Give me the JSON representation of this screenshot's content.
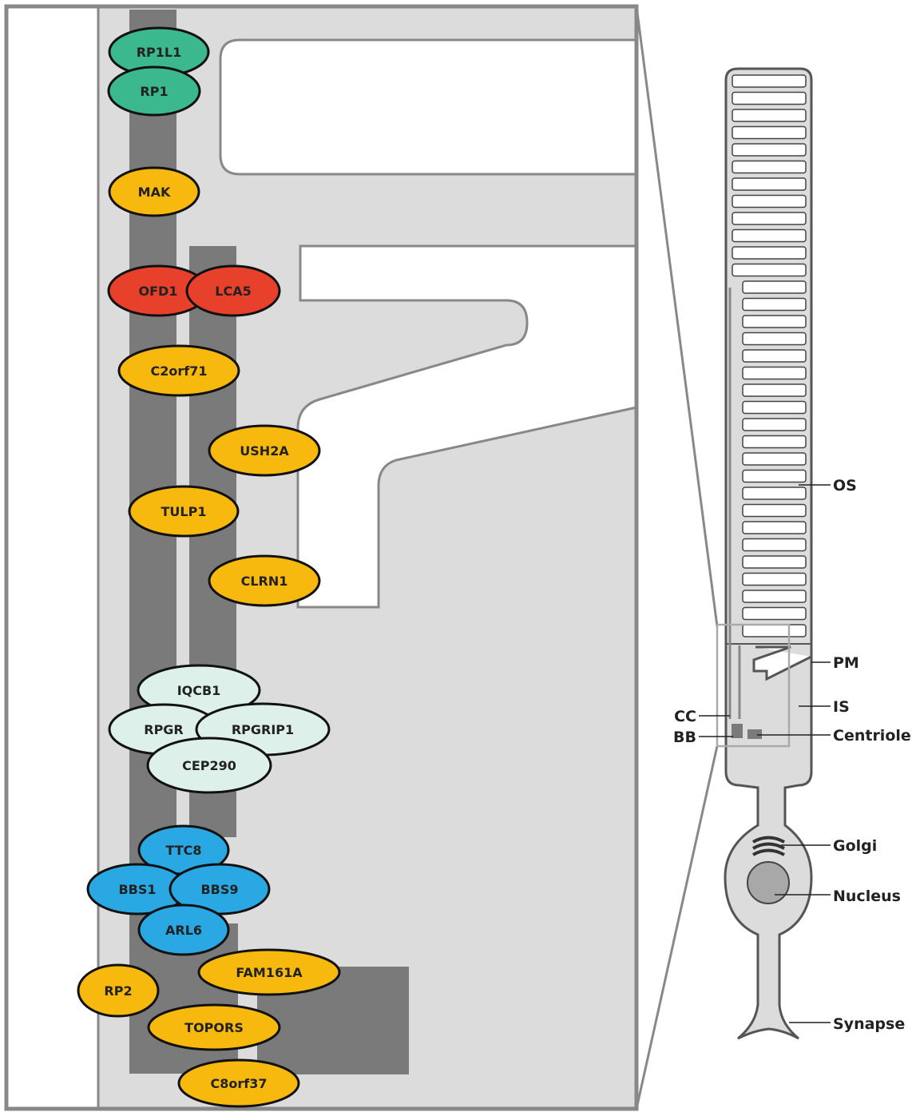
{
  "colors": {
    "green": "#3cb88f",
    "yellow": "#f8b90f",
    "red": "#e7402b",
    "pale": "#ddf0ea",
    "blue": "#29a8e3",
    "cell_fill": "#dcdcdc",
    "axoneme": "#7a7a7a",
    "outline": "#888888"
  },
  "proteins": [
    {
      "id": "RP1L1",
      "label": "RP1L1",
      "color": "green"
    },
    {
      "id": "RP1",
      "label": "RP1",
      "color": "green"
    },
    {
      "id": "MAK",
      "label": "MAK",
      "color": "yellow"
    },
    {
      "id": "OFD1",
      "label": "OFD1",
      "color": "red"
    },
    {
      "id": "LCA5",
      "label": "LCA5",
      "color": "red"
    },
    {
      "id": "C2orf71",
      "label": "C2orf71",
      "color": "yellow"
    },
    {
      "id": "USH2A",
      "label": "USH2A",
      "color": "yellow"
    },
    {
      "id": "TULP1",
      "label": "TULP1",
      "color": "yellow"
    },
    {
      "id": "CLRN1",
      "label": "CLRN1",
      "color": "yellow"
    },
    {
      "id": "IQCB1",
      "label": "IQCB1",
      "color": "pale"
    },
    {
      "id": "RPGR",
      "label": "RPGR",
      "color": "pale"
    },
    {
      "id": "RPGRIP1",
      "label": "RPGRIP1",
      "color": "pale"
    },
    {
      "id": "CEP290",
      "label": "CEP290",
      "color": "pale"
    },
    {
      "id": "TTC8",
      "label": "TTC8",
      "color": "blue"
    },
    {
      "id": "BBS1",
      "label": "BBS1",
      "color": "blue"
    },
    {
      "id": "BBS9",
      "label": "BBS9",
      "color": "blue"
    },
    {
      "id": "ARL6",
      "label": "ARL6",
      "color": "blue"
    },
    {
      "id": "FAM161A",
      "label": "FAM161A",
      "color": "yellow"
    },
    {
      "id": "RP2",
      "label": "RP2",
      "color": "yellow"
    },
    {
      "id": "TOPORS",
      "label": "TOPORS",
      "color": "yellow"
    },
    {
      "id": "C8orf37",
      "label": "C8orf37",
      "color": "yellow"
    }
  ],
  "cell_labels": {
    "os": "OS",
    "pm": "PM",
    "is": "IS",
    "cc": "CC",
    "bb": "BB",
    "centriole": "Centriole",
    "golgi": "Golgi",
    "nucleus": "Nucleus",
    "synapse": "Synapse"
  }
}
